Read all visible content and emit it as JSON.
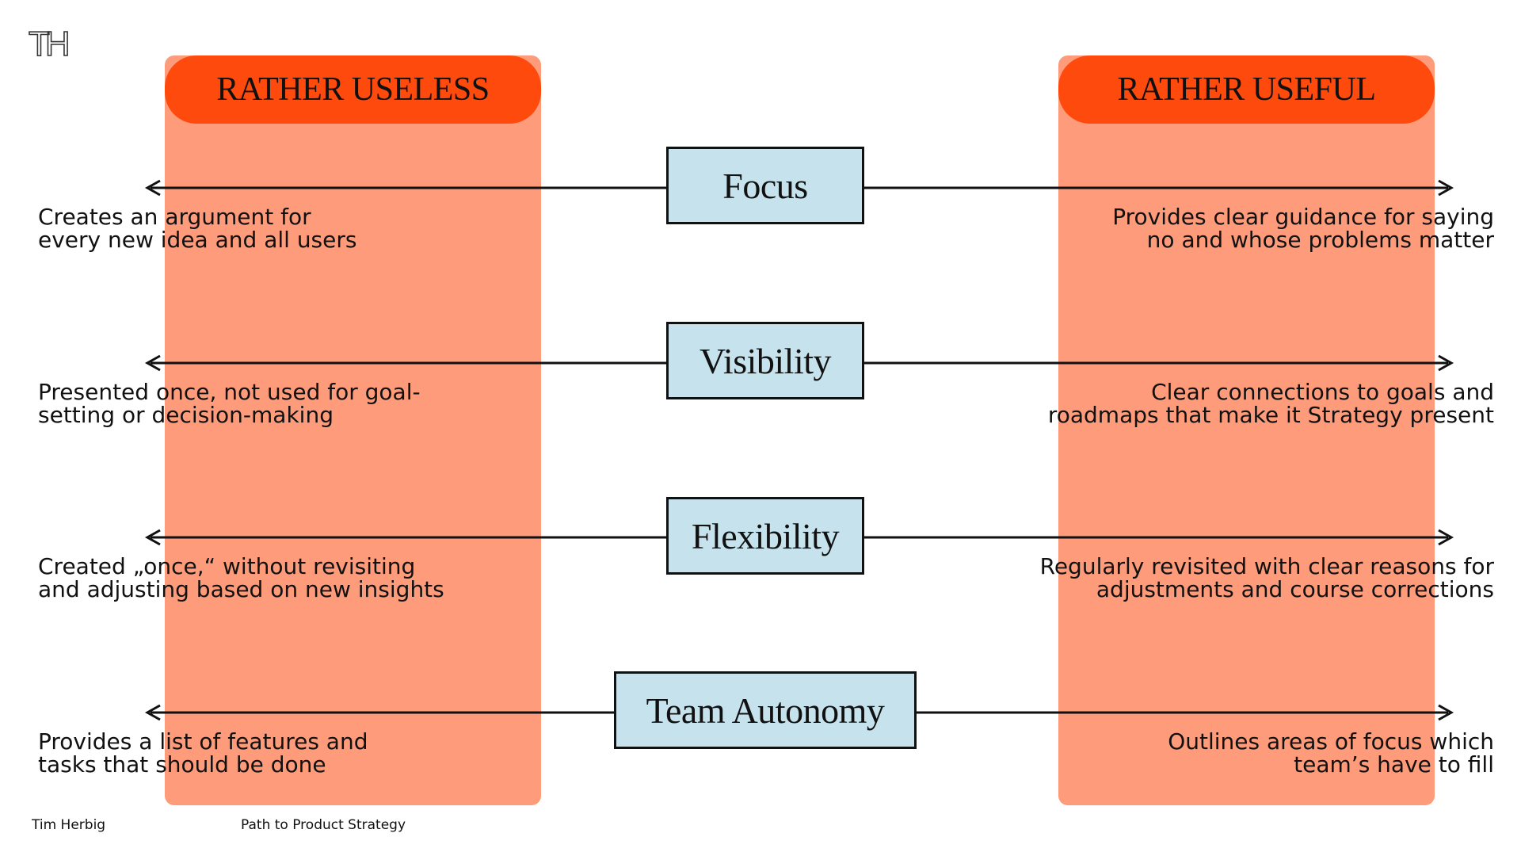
{
  "logo": "TH",
  "colors": {
    "column_fill": "#fe9b7a",
    "header_fill": "#ff4a0d",
    "box_fill": "#c6e2ec",
    "line": "#111111"
  },
  "columns": {
    "left_header": "RATHER USELESS",
    "right_header": "RATHER USEFUL"
  },
  "rows": [
    {
      "criterion": "Focus",
      "useless": "Creates an argument for\nevery new idea and all users",
      "useful": "Provides clear guidance for saying\nno and whose problems matter"
    },
    {
      "criterion": "Visibility",
      "useless": "Presented once, not used for goal-\nsetting or decision-making",
      "useful": "Clear connections to goals and\nroadmaps that make it Strategy present"
    },
    {
      "criterion": "Flexibility",
      "useless": "Created „once,“ without revisiting\nand adjusting based on new insights",
      "useful": "Regularly revisited with clear reasons for\nadjustments and course corrections"
    },
    {
      "criterion": "Team Autonomy",
      "useless": "Provides a list of features and\ntasks that should be done",
      "useful": "Outlines areas of focus which\nteam’s have to fill"
    }
  ],
  "footer": {
    "author": "Tim Herbig",
    "title": "Path to Product Strategy"
  }
}
